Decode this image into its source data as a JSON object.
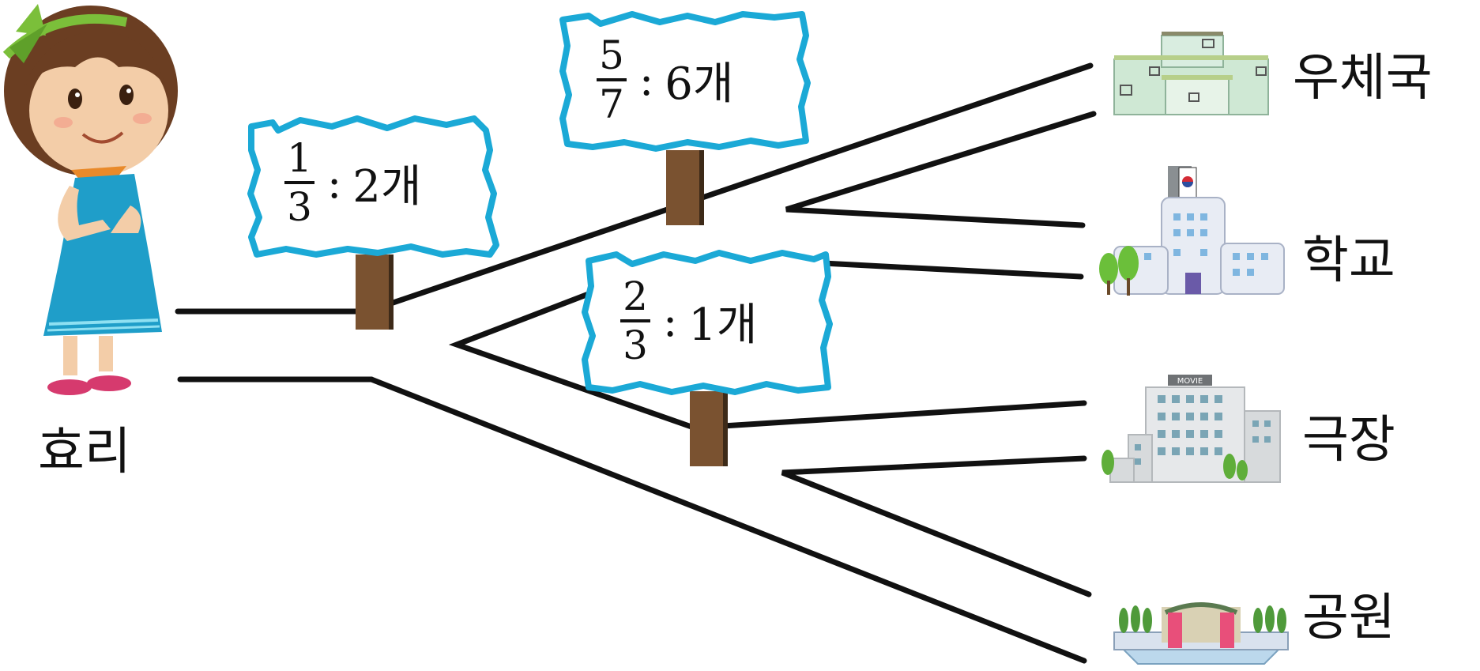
{
  "person": {
    "name": "효리"
  },
  "signs": [
    {
      "num": "1",
      "den": "3",
      "sep": ":",
      "count": "2개"
    },
    {
      "num": "5",
      "den": "7",
      "sep": ":",
      "count": "6개"
    },
    {
      "num": "2",
      "den": "3",
      "sep": ":",
      "count": "1개"
    }
  ],
  "destinations": [
    {
      "label": "우체국",
      "icon": "post-office-icon"
    },
    {
      "label": "학교",
      "icon": "school-icon"
    },
    {
      "label": "극장",
      "icon": "theater-icon"
    },
    {
      "label": "공원",
      "icon": "park-icon"
    }
  ],
  "colors": {
    "sign_border": "#1ba9d6",
    "post": "#7a5230",
    "road": "#111111"
  },
  "theater_sign": "MOVIE"
}
